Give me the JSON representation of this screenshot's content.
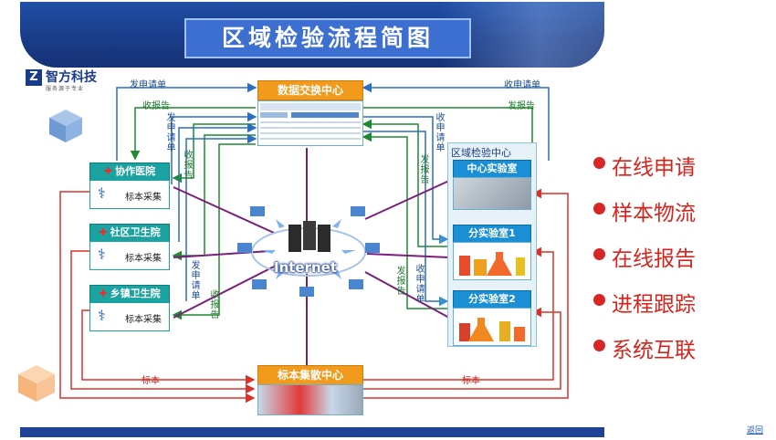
{
  "title": "区域检验流程简图",
  "logo": {
    "mark": "Z",
    "name": "智方科技",
    "slogan": "服务源于专业"
  },
  "centers": {
    "data_exchange": "数据交换中心",
    "collection": "标本集散中心",
    "regional_lab": "区域检验中心",
    "internet": "Internet"
  },
  "hospitals": [
    {
      "name": "协作医院",
      "sample": "标本采集"
    },
    {
      "name": "社区卫生院",
      "sample": "标本采集"
    },
    {
      "name": "乡镇卫生院",
      "sample": "标本采集"
    }
  ],
  "labs": [
    "中心实验室",
    "分实验室1",
    "分实验室2"
  ],
  "flows": {
    "send_request": "发申请单",
    "receive_request": "收申请单",
    "receive_report": "收报告",
    "send_report": "发报告",
    "specimen": "标本"
  },
  "bullets": [
    "在线申请",
    "样本物流",
    "在线报告",
    "进程跟踪",
    "系统互联"
  ],
  "back_link": "返回",
  "colors": {
    "orange": "#f29a1c",
    "teal": "#1aa3a0",
    "blue": "#1a8fd6",
    "red_line": "#d8322a",
    "green_line": "#1f8a30",
    "blue_line": "#2b6fc4",
    "purple_line": "#7a1f7a"
  }
}
